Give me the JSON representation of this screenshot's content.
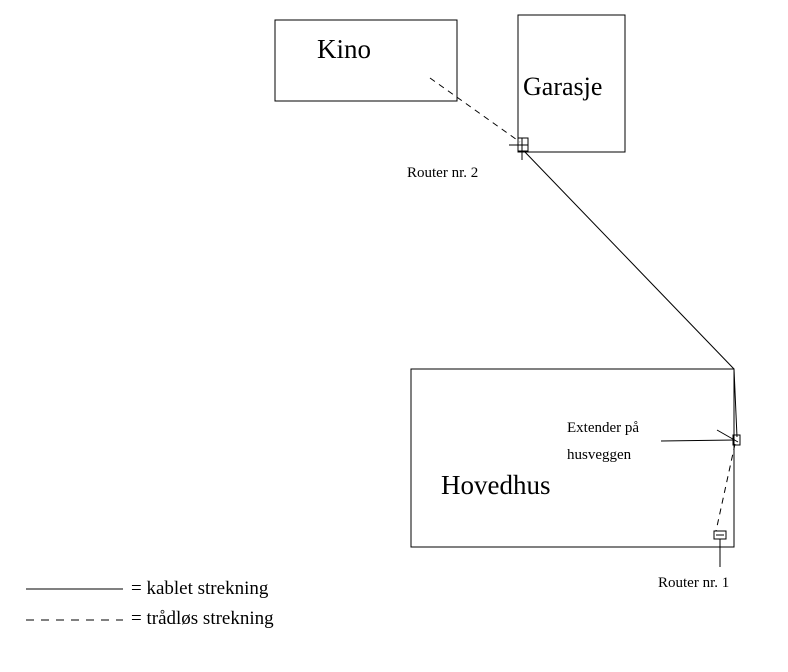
{
  "buildings": {
    "kino": "Kino",
    "garasje": "Garasje",
    "hovedhus": "Hovedhus"
  },
  "devices": {
    "router2": "Router nr. 2",
    "router1": "Router nr. 1",
    "extender_line1": "Extender på",
    "extender_line2": "husveggen"
  },
  "legend": {
    "wired": "= kablet strekning",
    "wireless": "= trådløs strekning"
  }
}
